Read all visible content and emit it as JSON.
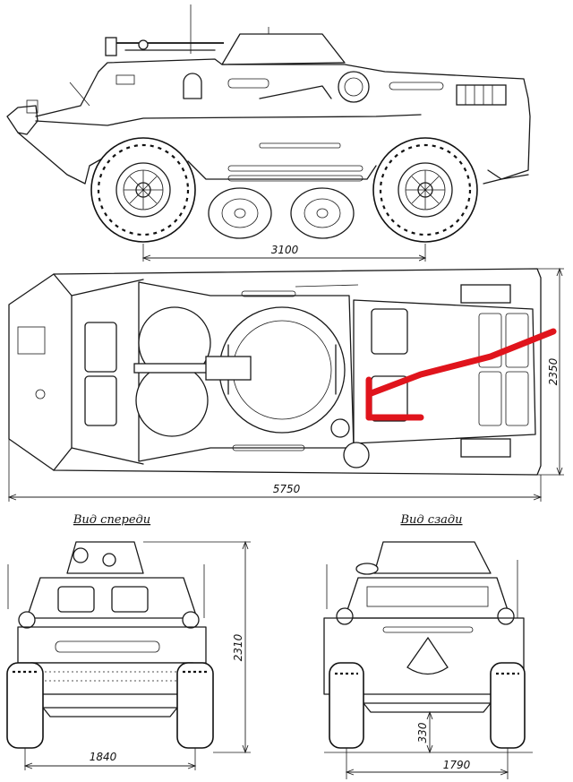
{
  "dimensions": {
    "wheelbase": "3100",
    "width_top": "2350",
    "length": "5750",
    "height": "2310",
    "front_track": "1840",
    "ground_clearance": "330",
    "rear_track": "1790"
  },
  "view_titles": {
    "front": "Вид спереди",
    "rear": "Вид сзади"
  },
  "annotation": {
    "arrow_color": "#e0141c"
  }
}
